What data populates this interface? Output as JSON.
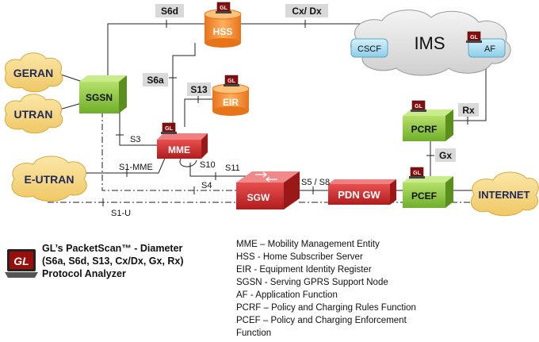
{
  "nodes": {
    "hss": "HSS",
    "ims": "IMS",
    "cscf": "CSCF",
    "af": "AF",
    "geran": "GERAN",
    "utran": "UTRAN",
    "sgsn": "SGSN",
    "eir": "EIR",
    "mme": "MME",
    "pcrf": "PCRF",
    "e_utran": "E-UTRAN",
    "sgw": "SGW",
    "pdn_gw": "PDN GW",
    "pcef": "PCEF",
    "internet": "INTERNET"
  },
  "interfaces": {
    "s6d": "S6d",
    "cx_dx": "Cx/ Dx",
    "s6a": "S6a",
    "s13": "S13",
    "rx": "Rx",
    "gx": "Gx",
    "s3": "S3",
    "s1_mme": "S1-MME",
    "s10": "S10",
    "s11": "S11",
    "s4": "S4",
    "s5_s8": "S5 / S8",
    "s1_u": "S1-U"
  },
  "logo_text": "GL",
  "caption": {
    "line1": "GL’s PacketScan™ - Diameter",
    "line2": "(S6a, S6d, S13, Cx/Dx, Gx, Rx)",
    "line3": "Protocol Analyzer"
  },
  "legend": [
    "MME – Mobility Management Entity",
    "HSS - Home Subscriber Server",
    "EIR - Equipment Identity Register",
    "SGSN - Serving GPRS Support Node",
    "AF -  Application Function",
    "PCRF – Policy and Charging Rules Function",
    "PCEF – Policy and Charging Enforcement",
    "Function"
  ],
  "colors": {
    "cloud_fill": "#f5d58a",
    "cloud_stroke": "#d9a83a",
    "ims_cloud": "#e6e6e6",
    "green_box": "#8cc63f",
    "green_dark": "#5a8f1e",
    "red_box": "#d42a2a",
    "orange_cyl": "#f28c28",
    "blue_box": "#a8dcf0"
  }
}
